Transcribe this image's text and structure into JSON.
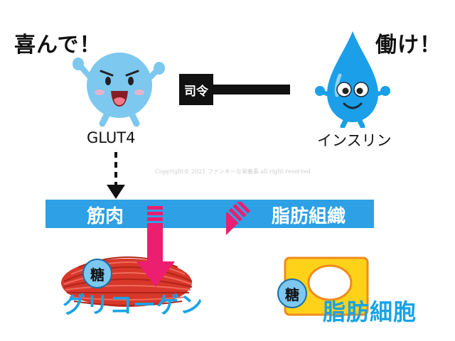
{
  "speech": {
    "left": "喜んで！",
    "right": "働け！"
  },
  "characters": {
    "glut4_label": "GLUT4",
    "insulin_label": "インスリン"
  },
  "command_label": "司令",
  "watermark": "Copyright© 2021 ファンキーな栄養素 all right reserved",
  "band": {
    "left_label": "筋肉",
    "right_label": "脂肪組織"
  },
  "outputs": {
    "glycogen": "グリコーゲン",
    "fat_cell": "脂肪細胞"
  },
  "sugar_label": "糖",
  "colors": {
    "band": "#2da0e6",
    "arrow": "#ec1e6f",
    "glut4_body": "#7cc8ef",
    "insulin_drop": "#1a9fe8",
    "muscle": "#d8372a",
    "fat_cell": "#ffd21a"
  },
  "icons": [
    "glut4-character-icon",
    "insulin-drop-icon",
    "muscle-icon",
    "fat-cell-icon"
  ]
}
